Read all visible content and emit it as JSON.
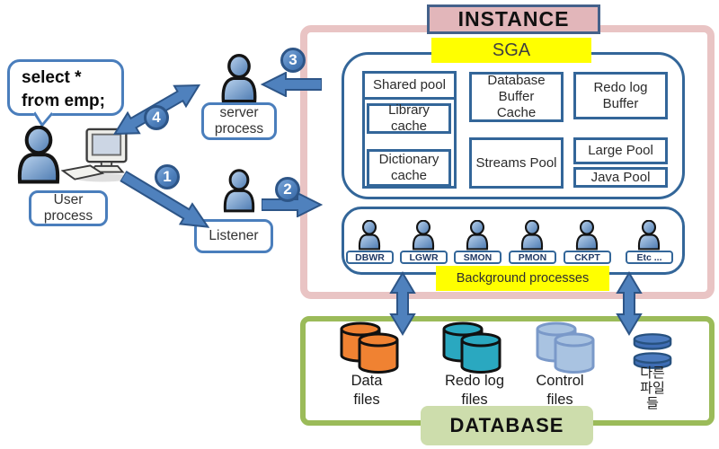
{
  "client": {
    "query_lines": [
      "select  *",
      "from emp;"
    ],
    "user_process_label": "User process",
    "server_process_label": "server process",
    "listener_label": "Listener",
    "steps": [
      "1",
      "2",
      "3",
      "4"
    ]
  },
  "instance": {
    "title": "INSTANCE",
    "sga": {
      "label": "SGA",
      "shared_pool": "Shared pool",
      "library_cache": "Library cache",
      "dictionary_cache": "Dictionary cache",
      "db_buffer_cache": "Database Buffer Cache",
      "redo_log_buffer": "Redo log Buffer",
      "streams_pool": "Streams Pool",
      "large_pool": "Large Pool",
      "java_pool": "Java Pool"
    },
    "background": {
      "label": "Background processes",
      "processes": [
        "DBWR",
        "LGWR",
        "SMON",
        "PMON",
        "CKPT",
        "Etc ..."
      ]
    }
  },
  "database": {
    "title": "DATABASE",
    "files": [
      {
        "label": "Data files",
        "color": "#f08232"
      },
      {
        "label": "Redo log files",
        "color": "#2aa8c0"
      },
      {
        "label": "Control files",
        "color": "#a9c3e1"
      },
      {
        "label_lines": [
          "다른",
          "파일",
          "들"
        ],
        "color": "#3f6db4"
      }
    ]
  },
  "colors": {
    "instance_frame_pink": "#e9c4c4",
    "instance_header_pink": "#e2b6ba",
    "database_frame_green": "#9bbb59",
    "database_label_green": "#cdddac",
    "highlight_yellow": "#ffff00",
    "box_border_blue": "#336699",
    "arrow_blue": "#4f81bd",
    "person_blue": "#4b79b0"
  }
}
